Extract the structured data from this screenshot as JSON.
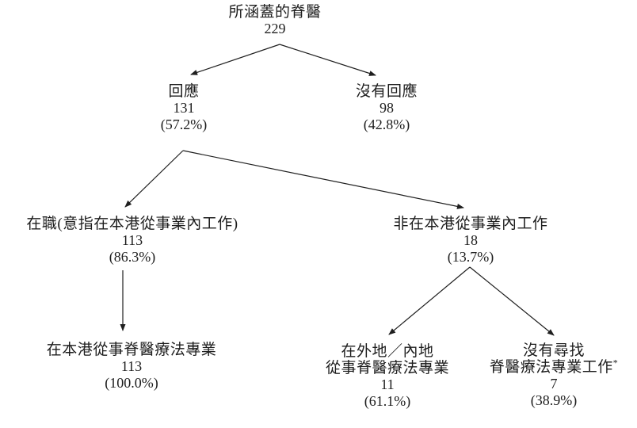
{
  "diagram": {
    "description_colors": {
      "text": "#1d1d1d",
      "line": "#1f1f1f",
      "background": "#ffffff"
    },
    "nodes": [
      {
        "id": "covered-total",
        "lines": [
          "所涵蓋的脊醫"
        ],
        "count": "229"
      },
      {
        "id": "responded",
        "lines": [
          "回應"
        ],
        "count": "131",
        "pct": "(57.2%)"
      },
      {
        "id": "no-response",
        "lines": [
          "沒有回應"
        ],
        "count": "98",
        "pct": "(42.8%)"
      },
      {
        "id": "working-in-hk",
        "lines": [
          "在職(意指在本港從事業內工作)"
        ],
        "count": "113",
        "pct": "(86.3%)"
      },
      {
        "id": "not-working-in-hk",
        "lines": [
          "非在本港從事業內工作"
        ],
        "count": "18",
        "pct": "(13.7%)"
      },
      {
        "id": "hk-chiropractic",
        "lines": [
          "在本港從事脊醫療法專業"
        ],
        "count": "113",
        "pct": "(100.0%)"
      },
      {
        "id": "abroad-chiropractic",
        "lines": [
          "在外地／內地",
          "從事脊醫療法專業"
        ],
        "count": "11",
        "pct": "(61.1%)"
      },
      {
        "id": "not-seeking-work",
        "lines": [
          "沒有尋找",
          "脊醫療法專業工作"
        ],
        "sup": "*",
        "count": "7",
        "pct": "(38.9%)"
      }
    ],
    "edges": [
      {
        "from": "covered-total",
        "to": "responded"
      },
      {
        "from": "covered-total",
        "to": "no-response"
      },
      {
        "from": "responded",
        "to": "working-in-hk"
      },
      {
        "from": "responded",
        "to": "not-working-in-hk"
      },
      {
        "from": "working-in-hk",
        "to": "hk-chiropractic"
      },
      {
        "from": "not-working-in-hk",
        "to": "abroad-chiropractic"
      },
      {
        "from": "not-working-in-hk",
        "to": "not-seeking-work"
      }
    ]
  }
}
